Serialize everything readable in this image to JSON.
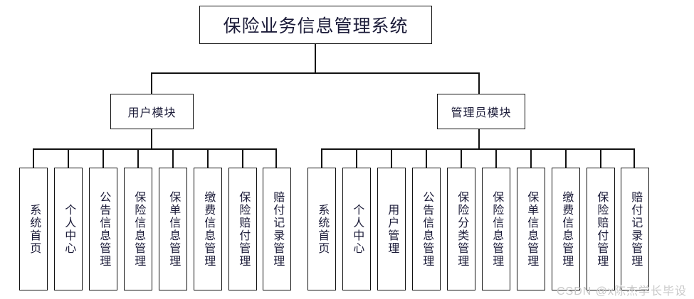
{
  "diagram": {
    "type": "organization-chart",
    "root": {
      "label": "保险业务信息管理系统"
    },
    "branches": [
      {
        "label": "用户模块",
        "leaves": [
          {
            "label": "系统首页"
          },
          {
            "label": "个人中心"
          },
          {
            "label": "公告信息管理"
          },
          {
            "label": "保险信息管理"
          },
          {
            "label": "保单信息管理"
          },
          {
            "label": "缴费信息管理"
          },
          {
            "label": "保险赔付管理"
          },
          {
            "label": "赔付记录管理"
          }
        ]
      },
      {
        "label": "管理员模块",
        "leaves": [
          {
            "label": "系统首页"
          },
          {
            "label": "个人中心"
          },
          {
            "label": "用户管理"
          },
          {
            "label": "公告信息管理"
          },
          {
            "label": "保险分类管理"
          },
          {
            "label": "保险信息管理"
          },
          {
            "label": "保单信息管理"
          },
          {
            "label": "缴费信息管理"
          },
          {
            "label": "保险赔付管理"
          },
          {
            "label": "赔付记录管理"
          }
        ]
      }
    ]
  },
  "watermark": {
    "text": "CSDN @x陈杰学长毕设"
  },
  "colors": {
    "border": "#111111",
    "text": "#1b1b38",
    "background": "#ffffff",
    "watermark": "#c9c9c9"
  }
}
